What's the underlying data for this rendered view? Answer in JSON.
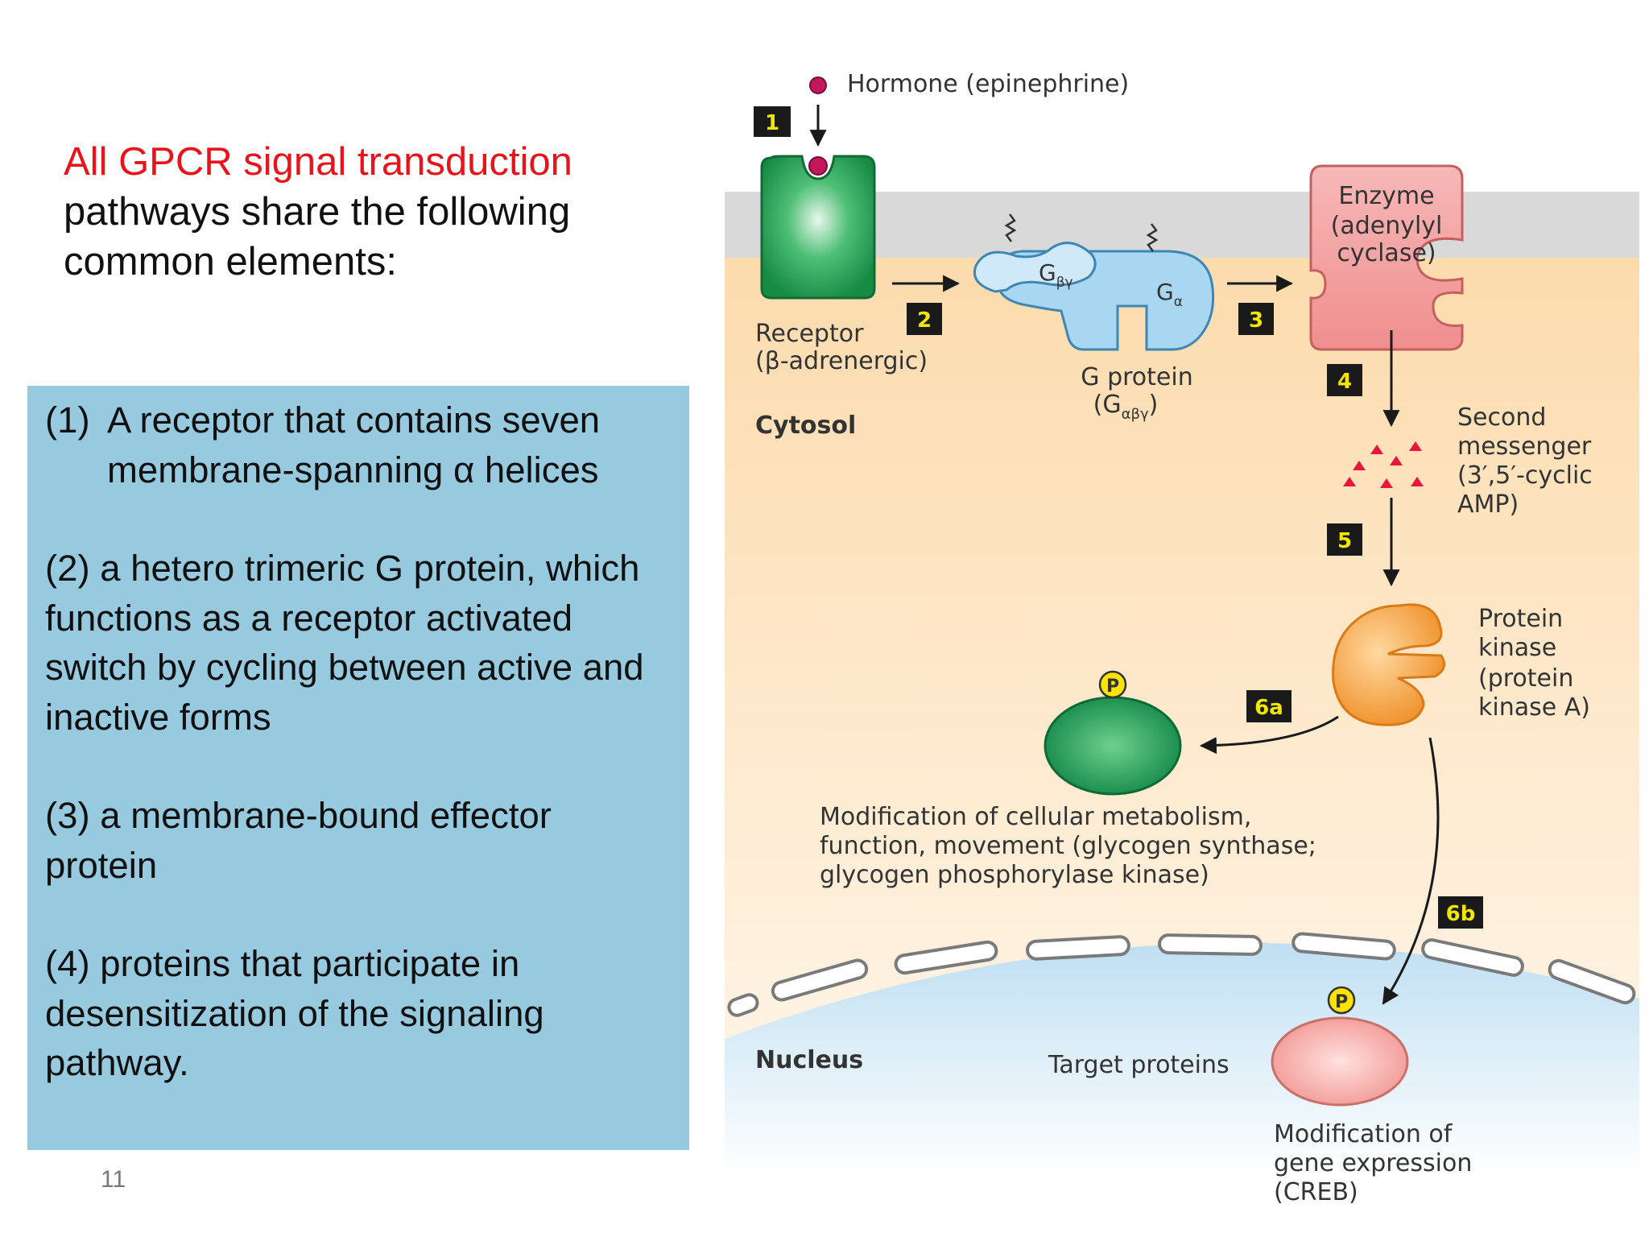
{
  "slide": {
    "heading_highlight": "All GPCR signal transduction",
    "heading_rest_1": "pathways share the following",
    "heading_rest_2": "common elements:",
    "slide_number": "11"
  },
  "elements": [
    {
      "num": "(1)",
      "text_1": "A receptor that contains seven",
      "text_2": "membrane-spanning α helices"
    },
    {
      "text": "(2) a hetero trimeric G protein, which functions as a receptor activated switch by cycling between active and inactive forms"
    },
    {
      "text": "(3) a membrane-bound effector protein"
    },
    {
      "text": "(4) proteins that participate in desensitization of the signaling pathway."
    }
  ],
  "diagram": {
    "hormone": "Hormone (epinephrine)",
    "receptor_1": "Receptor",
    "receptor_2": "(β-adrenergic)",
    "cytosol": "Cytosol",
    "g_beta_gamma": "G",
    "g_beta_gamma_sub": "βγ",
    "g_alpha": "G",
    "g_alpha_sub": "α",
    "gprotein_1": "G protein",
    "gprotein_2": "(G",
    "gprotein_2_sub": "αβγ",
    "gprotein_2_end": ")",
    "enzyme_1": "Enzyme",
    "enzyme_2": "(adenylyl",
    "enzyme_3": "cyclase)",
    "second_1": "Second",
    "second_2": "messenger",
    "second_3": "(3′,5′-cyclic",
    "second_4": "AMP)",
    "kinase_1": "Protein",
    "kinase_2": "kinase",
    "kinase_3": "(protein",
    "kinase_4": "kinase A)",
    "mod_1": "Modification of cellular metabolism,",
    "mod_2": "function, movement (glycogen synthase;",
    "mod_3": "glycogen phosphorylase kinase)",
    "nucleus": "Nucleus",
    "target": "Target proteins",
    "gene_1": "Modification of",
    "gene_2": "gene expression",
    "gene_3": "(CREB)",
    "phospho": "P",
    "steps": [
      "1",
      "2",
      "3",
      "4",
      "5",
      "6a",
      "6b"
    ]
  },
  "colors": {
    "heading_red": "#e8141c",
    "panel_blue": "#98cadf",
    "membrane_gray": "#d9d9d9",
    "cytosol_peach": "#fde6c8",
    "nucleus_blue": "#cfe6f4",
    "receptor_green": "#1f9a4c",
    "gprotein_blue": "#a9d6f0",
    "enzyme_pink": "#f4a5a5",
    "kinase_orange": "#f5a244",
    "target_pink": "#f6b8b5",
    "step_box": "#1a1a1a",
    "step_text": "#f2e600"
  }
}
